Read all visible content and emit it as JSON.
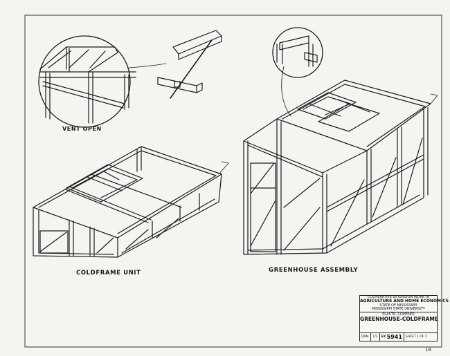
{
  "labels": {
    "vent_open": "VENT OPEN",
    "coldframe_unit": "COLDFRAME UNIT",
    "greenhouse_assembly": "GREENHOUSE ASSEMBLY"
  },
  "title_block": {
    "line1": "COOPERATIVE EXTENSION WORK IN",
    "line2": "AGRICULTURE AND HOME ECONOMICS",
    "line3": "STATE OF MISSISSIPPI",
    "line4": "MISSISSIPPI STATE UNIVERSITY",
    "subtitle": "PLASTIC COVERED",
    "title": "GREENHOUSE-COLDFRAME",
    "drawn_label": "DRN.",
    "scale": "1/2",
    "plan_prefix": "EX",
    "plan_number": "5941",
    "sheet_label": "SHEET 1 OF 1"
  },
  "page_number": "18",
  "colors": {
    "ink": "#1a1a1a",
    "paper": "#f4f4f1"
  }
}
